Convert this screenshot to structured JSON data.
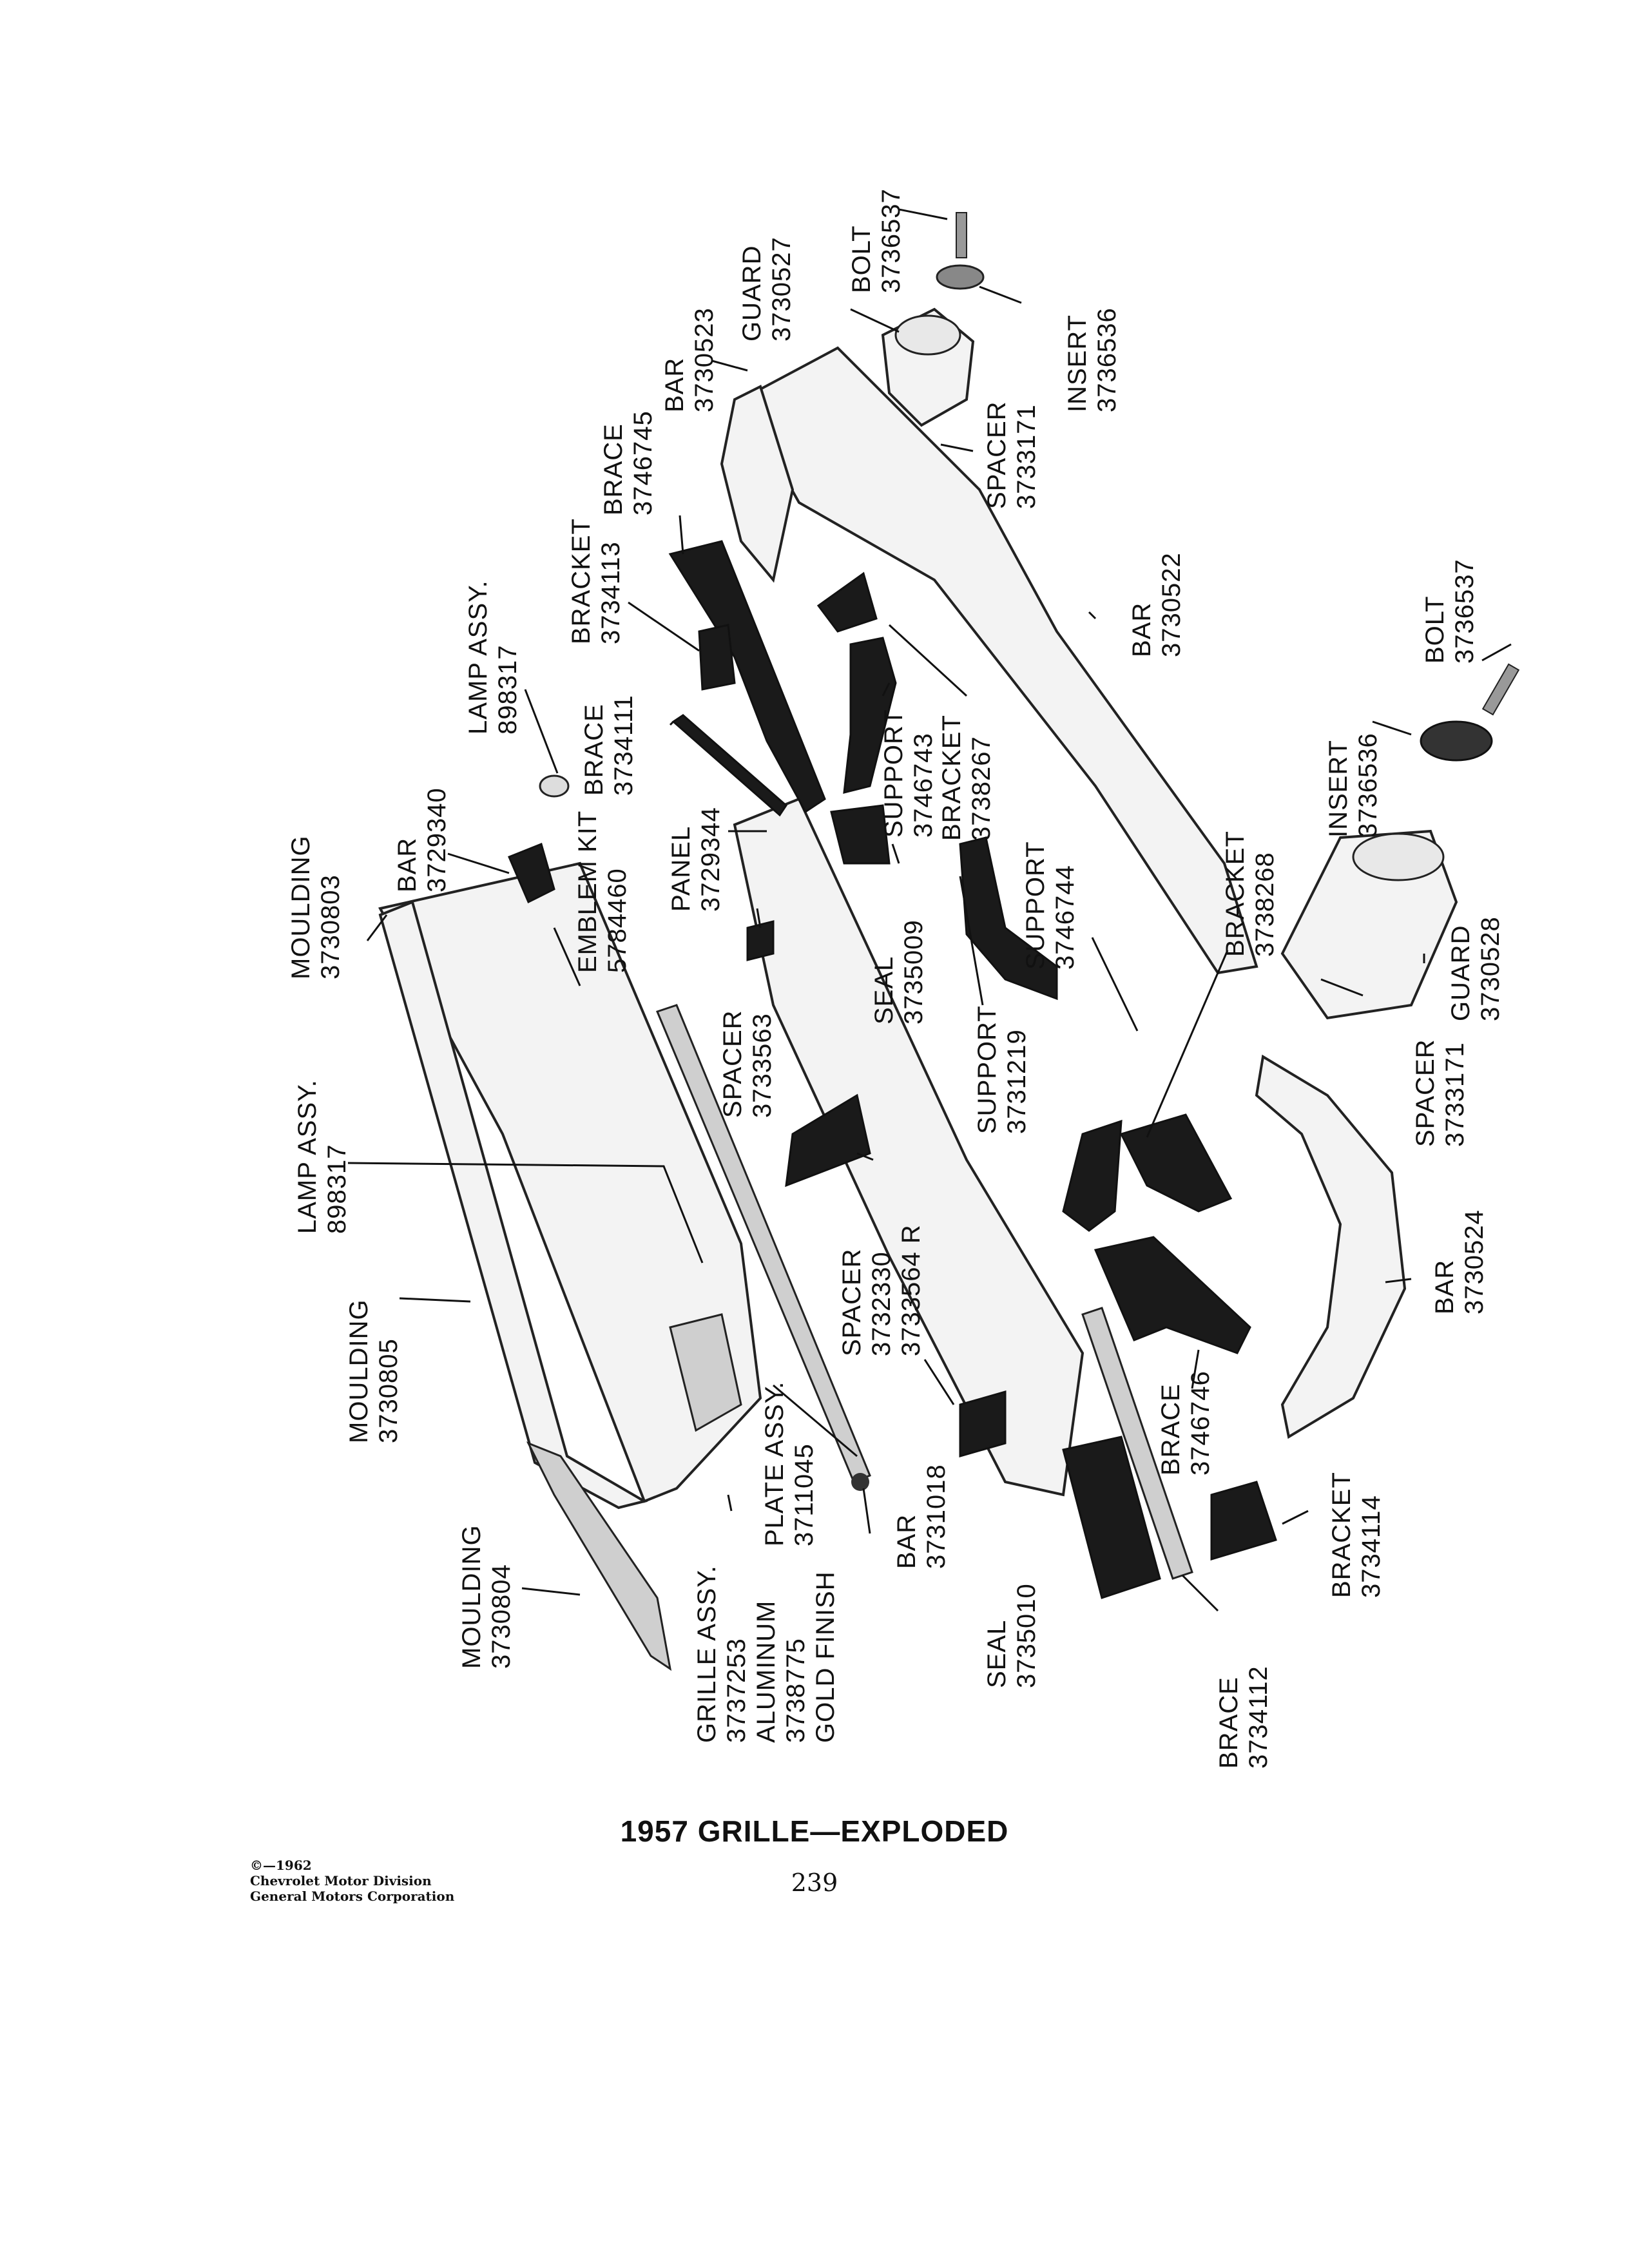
{
  "diagram": {
    "caption": "1957 GRILLE—EXPLODED",
    "page_number": "239",
    "copyright": {
      "line1": "©—1962",
      "line2": "Chevrolet Motor Division",
      "line3": "General Motors Corporation"
    },
    "labels": [
      {
        "id": "bolt-top",
        "name": "BOLT",
        "number": "3736537"
      },
      {
        "id": "guard-top",
        "name": "GUARD",
        "number": "3730527"
      },
      {
        "id": "insert-top",
        "name": "INSERT",
        "number": "3736536"
      },
      {
        "id": "bar-top",
        "name": "BAR",
        "number": "3730523"
      },
      {
        "id": "brace-3746745",
        "name": "BRACE",
        "number": "3746745"
      },
      {
        "id": "spacer-top",
        "name": "SPACER",
        "number": "3733171"
      },
      {
        "id": "bracket-3734113",
        "name": "BRACKET",
        "number": "3734113"
      },
      {
        "id": "lamp-top",
        "name": "LAMP ASSY.",
        "number": "898317"
      },
      {
        "id": "brace-3734111",
        "name": "BRACE",
        "number": "3734111"
      },
      {
        "id": "bar-3730522",
        "name": "BAR",
        "number": "3730522"
      },
      {
        "id": "support-3746743",
        "name": "SUPPORT",
        "number": "3746743"
      },
      {
        "id": "bracket-3738267",
        "name": "BRACKET",
        "number": "3738267"
      },
      {
        "id": "bolt-right",
        "name": "BOLT",
        "number": "3736537"
      },
      {
        "id": "insert-right",
        "name": "INSERT",
        "number": "3736536"
      },
      {
        "id": "moulding-3730803",
        "name": "MOULDING",
        "number": "3730803"
      },
      {
        "id": "bar-3729340",
        "name": "BAR",
        "number": "3729340"
      },
      {
        "id": "emblem-kit",
        "name": "EMBLEM KIT",
        "number": "5784460"
      },
      {
        "id": "panel",
        "name": "PANEL",
        "number": "3729344"
      },
      {
        "id": "seal-3735009",
        "name": "SEAL",
        "number": "3735009"
      },
      {
        "id": "support-3746744",
        "name": "SUPPORT",
        "number": "3746744"
      },
      {
        "id": "bracket-3738268",
        "name": "BRACKET",
        "number": "3738268"
      },
      {
        "id": "guard-right",
        "name": "GUARD",
        "number": "3730528"
      },
      {
        "id": "spacer-3733563",
        "name": "SPACER",
        "number": "3733563"
      },
      {
        "id": "support-3731219",
        "name": "SUPPORT",
        "number": "3731219"
      },
      {
        "id": "spacer-right",
        "name": "SPACER",
        "number": "3733171"
      },
      {
        "id": "lamp-left",
        "name": "LAMP ASSY.",
        "number": "898317"
      },
      {
        "id": "moulding-3730805",
        "name": "MOULDING",
        "number": "3730805"
      },
      {
        "id": "spacer-3732330",
        "name": "SPACER",
        "number": "3732330",
        "extra": "3733564 R"
      },
      {
        "id": "bar-3730524",
        "name": "BAR",
        "number": "3730524"
      },
      {
        "id": "brace-3746746",
        "name": "BRACE",
        "number": "3746746"
      },
      {
        "id": "moulding-3730804",
        "name": "MOULDING",
        "number": "3730804"
      },
      {
        "id": "grille-assy",
        "name": "GRILLE ASSY.",
        "number": "3737253",
        "extra": "ALUMINUM",
        "extra2": "3738775",
        "extra3": "GOLD FINISH"
      },
      {
        "id": "plate-assy",
        "name": "PLATE ASSY.",
        "number": "3711045"
      },
      {
        "id": "bar-3731018",
        "name": "BAR",
        "number": "3731018"
      },
      {
        "id": "seal-3735010",
        "name": "SEAL",
        "number": "3735010"
      },
      {
        "id": "brace-3734112",
        "name": "BRACE",
        "number": "3734112"
      },
      {
        "id": "bracket-3734114",
        "name": "BRACKET",
        "number": "3734114"
      }
    ]
  }
}
